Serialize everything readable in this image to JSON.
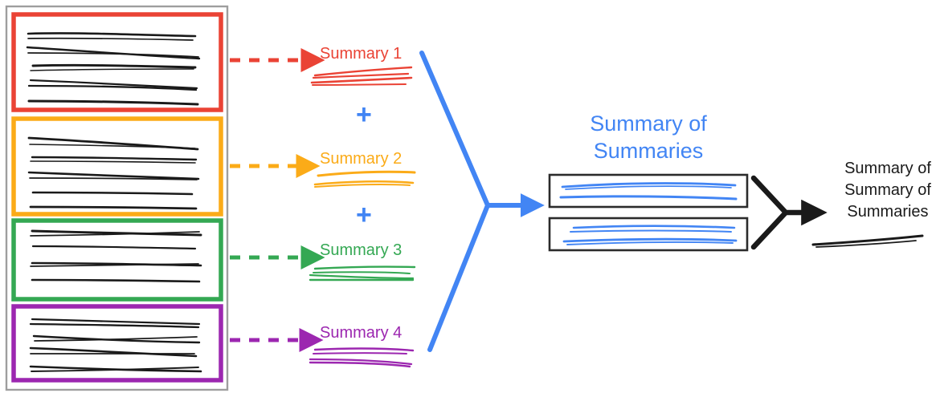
{
  "diagram": {
    "title_semantic": "hierarchical-summarization-diagram",
    "colors": {
      "red": "#ea4335",
      "orange": "#fbab18",
      "green": "#34a853",
      "purple": "#9c27b0",
      "blue": "#4285f4",
      "black": "#1a1a1a",
      "frame_grey": "#9e9e9e",
      "box_border": "#2b2b2b"
    },
    "source_documents": {
      "name": "document-stack",
      "groups": [
        {
          "id": "doc-group-1",
          "color": "#ea4335",
          "line_count": 5
        },
        {
          "id": "doc-group-2",
          "color": "#fbab18",
          "line_count": 5
        },
        {
          "id": "doc-group-3",
          "color": "#34a853",
          "line_count": 4
        },
        {
          "id": "doc-group-4",
          "color": "#9c27b0",
          "line_count": 4
        }
      ]
    },
    "summaries": [
      {
        "label": "Summary 1",
        "color": "#ea4335",
        "arrow": "dashed-arrow-red"
      },
      {
        "label": "Summary 2",
        "color": "#fbab18",
        "arrow": "dashed-arrow-orange"
      },
      {
        "label": "Summary 3",
        "color": "#34a853",
        "arrow": "dashed-arrow-green"
      },
      {
        "label": "Summary 4",
        "color": "#9c27b0",
        "arrow": "dashed-arrow-purple"
      }
    ],
    "operators": [
      {
        "symbol": "+",
        "color": "#4285f4"
      },
      {
        "symbol": "+",
        "color": "#4285f4"
      }
    ],
    "summary_of_summaries": {
      "title": "Summary of Summaries",
      "color": "#4285f4",
      "boxes": [
        {
          "id": "sos-box-1",
          "line_count": 3
        },
        {
          "id": "sos-box-2",
          "line_count": 4
        }
      ]
    },
    "final_output": {
      "label": "Summary of Summary of Summaries",
      "color": "#1a1a1a",
      "line_count": 1
    }
  }
}
